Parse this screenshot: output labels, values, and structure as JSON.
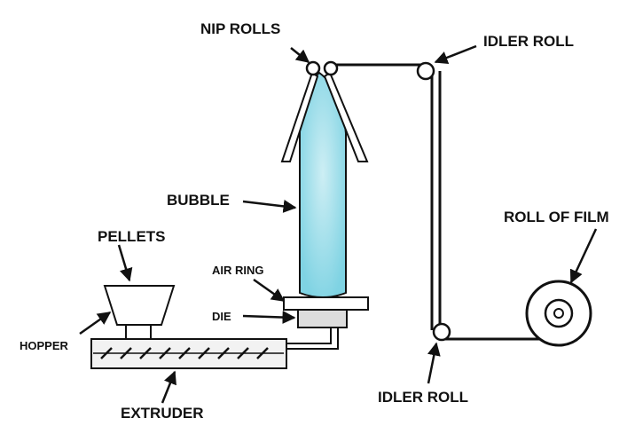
{
  "labels": {
    "nip_rolls": "NIP ROLLS",
    "idler_roll_top": "IDLER ROLL",
    "idler_roll_bottom": "IDLER ROLL",
    "bubble": "BUBBLE",
    "roll_of_film": "ROLL OF FILM",
    "pellets": "PELLETS",
    "air_ring": "AIR RING",
    "die": "DIE",
    "hopper": "HOPPER",
    "extruder": "EXTRUDER"
  },
  "colors": {
    "bubble_fill": "#7fd3e3",
    "bubble_highlight": "#cdeef4",
    "line": "#111111",
    "die_fill": "#dddddd",
    "extruder_fill": "#f2f2f2"
  }
}
